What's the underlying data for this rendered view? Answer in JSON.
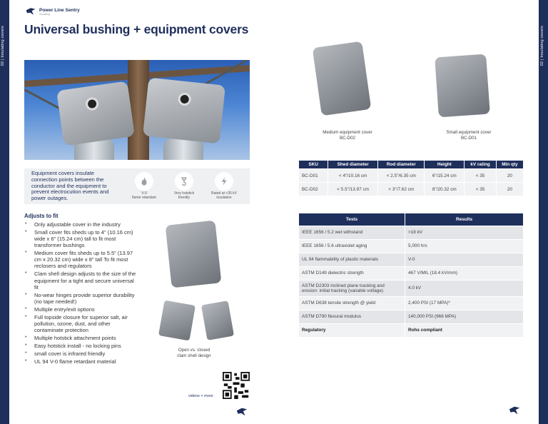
{
  "side_label": "02 | Insulating covers",
  "brand": {
    "name": "Power Line Sentry",
    "tagline": "Insulating"
  },
  "title": "Universal bushing + equipment covers",
  "info": {
    "text": "Equipment covers insulate connection points between the conductor and the equipment to prevent electrocution events and power outages.",
    "features": [
      {
        "icon": "flame-icon",
        "label": "V-0\nflame retardant"
      },
      {
        "icon": "hotstick-hook-icon",
        "label": "Very hotstick\nfriendly"
      },
      {
        "icon": "lightning-icon",
        "label": "Rated at <35 kV\ninsulation"
      }
    ]
  },
  "adjusts": {
    "heading": "Adjusts to fit",
    "items": [
      "Only adjustable cover in the industry",
      "Small cover fits sheds up to 4\" (10.16 cm) wide x 6\" (15.24 cm) tall to fit most transformer bushings",
      "Medium cover fits sheds up to 5.5\" (13.97 cm x 20.32 cm) wide x 8\" tall To fit most reclosers and regulators",
      "Clam shell design adjusts to the size of the equipment for a tight and secure universal fit",
      "No-wear hinges provide superior durability (no tape needed!)",
      "Multiple entry/exit options",
      "Full topside closure for superior salt, air pollution, ozone, dust, and other contaminate protection",
      "Multiple hotstick attachment points",
      "Easy hotstick install - no locking pins",
      "small cover is infrared friendly",
      "UL 94 V-0 flame retardant material"
    ]
  },
  "clam_caption": "Open vs. closed\nclam shell design",
  "videos_label": "videos + more",
  "products": [
    {
      "caption": "Medium equipment cover\nBC-D02"
    },
    {
      "caption": "Small equipment cover\nBC-D01"
    }
  ],
  "spec_table": {
    "headers": [
      "SKU",
      "Shed diameter",
      "Rod diameter",
      "Height",
      "kV rating",
      "Min qty"
    ],
    "rows": [
      [
        "BC-D01",
        "< 4\"/10.16 cm",
        "< 2.5\"/6.35 cm",
        "6\"/15.24 cm",
        "< 35",
        "20"
      ],
      [
        "BC-D02",
        "< 5.5\"/13.97 cm",
        "< 3\"/7.62 cm",
        "8\"/20.32 cm",
        "< 35",
        "20"
      ]
    ]
  },
  "tests_table": {
    "headers": [
      "Tests",
      "Results"
    ],
    "rows": [
      [
        "IEEE 1656 / 5.2 wet withstand",
        ">18 kV"
      ],
      [
        "IEEE 1656 / 5.6 ultraviolet aging",
        "5,000 hrs"
      ],
      [
        "UL 94 flammability of plastic materials",
        "V-0"
      ],
      [
        "ASTM D149 dielectric strength",
        "467 V/MIL (18.4 kV/mm)"
      ],
      [
        "ASTM D2303 inclined plane tracking and erosion: initial tracking (variable voltage)",
        "4.0 kV"
      ],
      [
        "ASTM D638 tensile strength @ yield",
        "2,400 PSI (17 MPA)*"
      ],
      [
        "ASTM D790 flexural modulus",
        "140,000 PSI (966 MPA)"
      ],
      [
        "Regulatory",
        "Rohs compliant"
      ]
    ]
  },
  "colors": {
    "navy": "#1f2f5c",
    "panel": "#eef0f2"
  }
}
